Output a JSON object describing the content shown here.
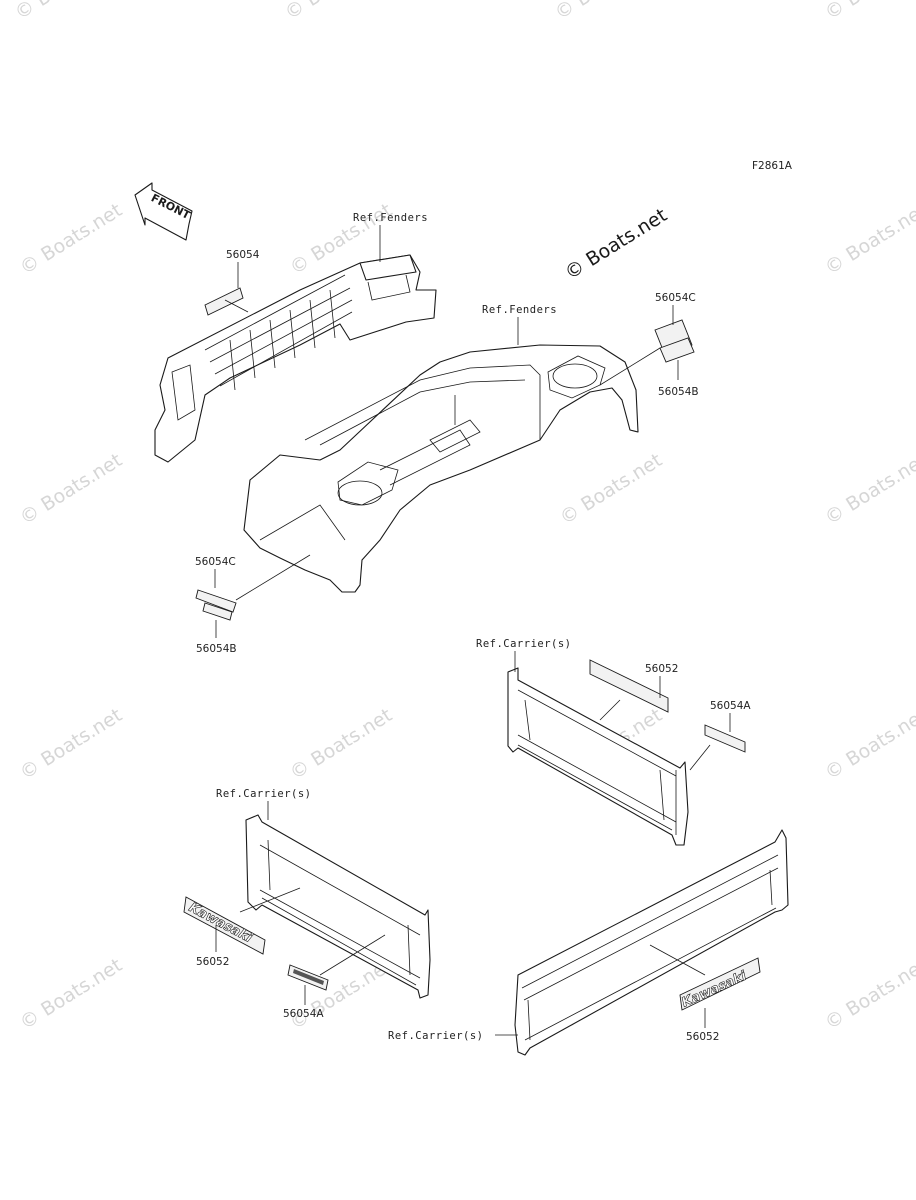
{
  "figure_code": "F2861A",
  "front_arrow": "FRONT",
  "watermark": "© Boats.net",
  "labels": {
    "front_decal_56054": "56054",
    "ref_fenders_front": "Ref.Fenders",
    "ref_fenders_rear": "Ref.Fenders",
    "decal_56054C_right": "56054C",
    "decal_56054B_right": "56054B",
    "decal_56054C_left": "56054C",
    "decal_56054B_left": "56054B",
    "ref_carrier_upper": "Ref.Carrier(s)",
    "decal_56052_upper": "56052",
    "decal_56054A_upper": "56054A",
    "ref_carrier_left": "Ref.Carrier(s)",
    "decal_56052_left": "56052",
    "decal_56054A_left": "56054A",
    "ref_carrier_lower": "Ref.Carrier(s)",
    "decal_56052_lower": "56052"
  },
  "decal_text": {
    "kawasaki_left": "Kawasaki",
    "kawasaki_right": "Kawasaki"
  }
}
